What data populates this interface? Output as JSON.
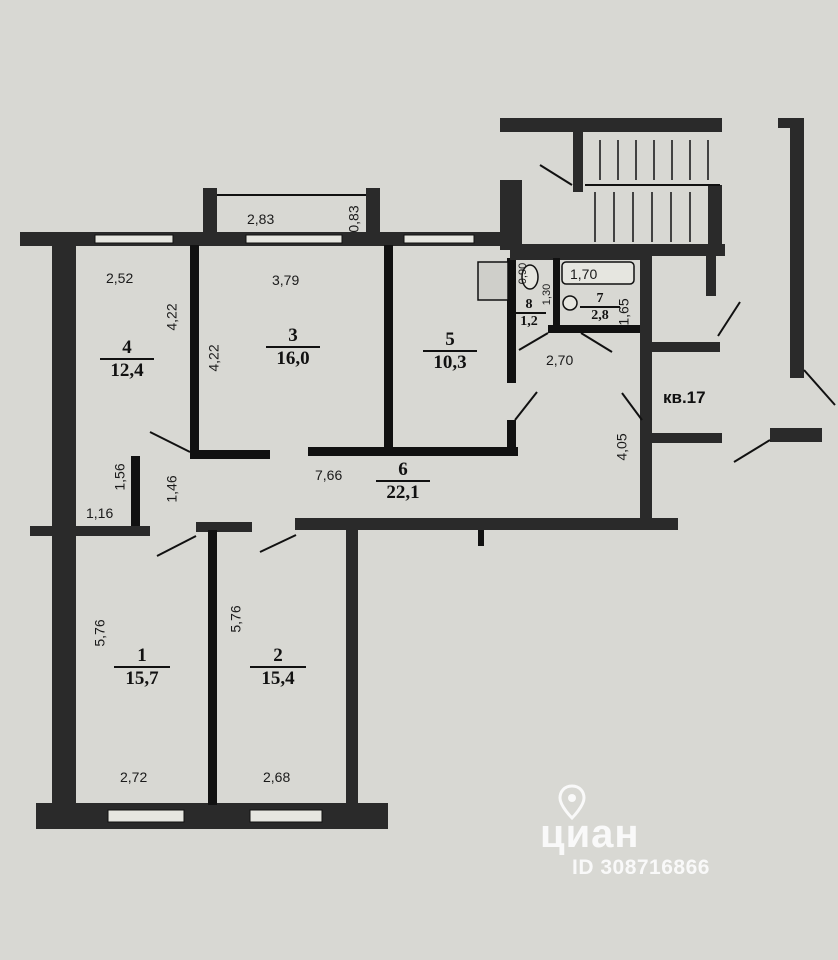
{
  "apartment_label": "кв.17",
  "rooms": [
    {
      "id": "room-1",
      "number": "1",
      "area": "15,7"
    },
    {
      "id": "room-2",
      "number": "2",
      "area": "15,4"
    },
    {
      "id": "room-3",
      "number": "3",
      "area": "16,0"
    },
    {
      "id": "room-4",
      "number": "4",
      "area": "12,4"
    },
    {
      "id": "room-5",
      "number": "5",
      "area": "10,3"
    },
    {
      "id": "room-6",
      "number": "6",
      "area": "22,1"
    },
    {
      "id": "room-7",
      "number": "7",
      "area": "2,8"
    },
    {
      "id": "room-8",
      "number": "8",
      "area": "1,2"
    }
  ],
  "dimensions": [
    "2,83",
    "0,83",
    "2,52",
    "3,79",
    "4,22",
    "4,22",
    "0,90",
    "1,70",
    "1,65",
    "2,70",
    "4,05",
    "1,56",
    "1,16",
    "1,46",
    "7,66",
    "5,76",
    "5,76",
    "2,72",
    "2,68",
    "1,30"
  ],
  "watermark": {
    "logo": "циан",
    "listing_id": "ID 308716866"
  }
}
